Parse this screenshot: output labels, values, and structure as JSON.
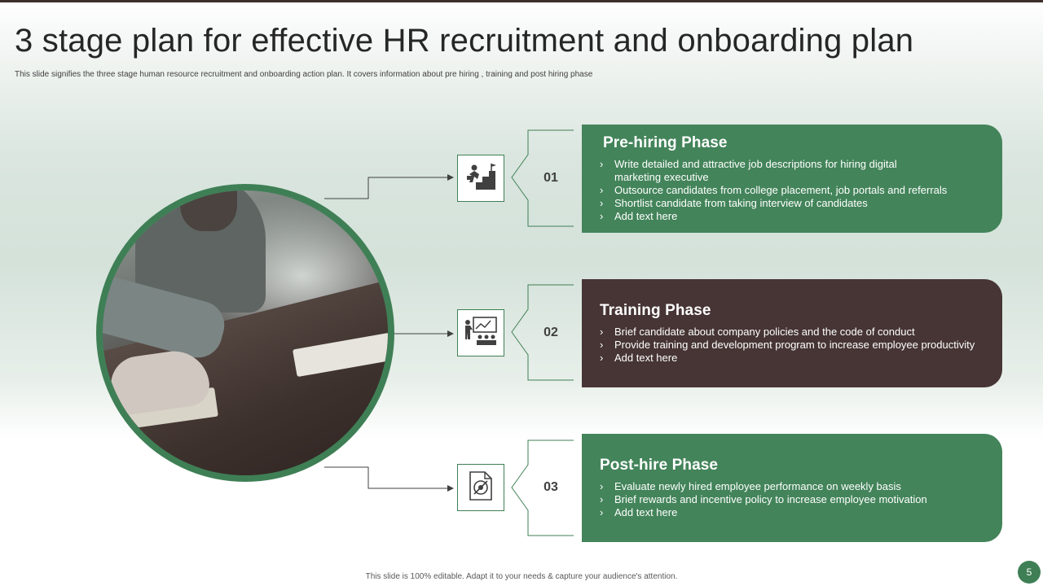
{
  "slide": {
    "title": "3 stage plan for effective HR recruitment and onboarding plan",
    "subtitle": "This slide signifies the three stage human resource recruitment and onboarding action plan. It covers information about pre hiring , training and post hiring phase",
    "footer": "This slide is 100% editable.  Adapt it to your needs & capture your audience's attention.",
    "page_number": "5"
  },
  "colors": {
    "green": "#43845a",
    "brown": "#463534",
    "ring": "#3f7f55",
    "title": "#262626"
  },
  "phases": [
    {
      "number": "01",
      "title": "Pre-hiring Phase",
      "icon": "career-growth-icon",
      "color": "green",
      "bullets": [
        "Write detailed and attractive job descriptions for hiring digital",
        "marketing executive",
        "Outsource candidates from college placement, job portals and referrals",
        "Shortlist candidate from taking interview  of candidates",
        "Add text here"
      ]
    },
    {
      "number": "02",
      "title": "Training Phase",
      "icon": "presentation-training-icon",
      "color": "brown",
      "bullets": [
        "Brief candidate about company policies and the code of conduct",
        "Provide  training  and development   program  to increase employee productivity",
        "Add text here"
      ]
    },
    {
      "number": "03",
      "title": "Post-hire Phase",
      "icon": "document-settings-icon",
      "color": "green",
      "bullets": [
        "Evaluate  newly hired employee performance  on weekly basis",
        "Brief rewards  and incentive  policy to increase employee motivation",
        "Add text here"
      ]
    }
  ],
  "photo": {
    "description_icon": "meeting-photo"
  }
}
